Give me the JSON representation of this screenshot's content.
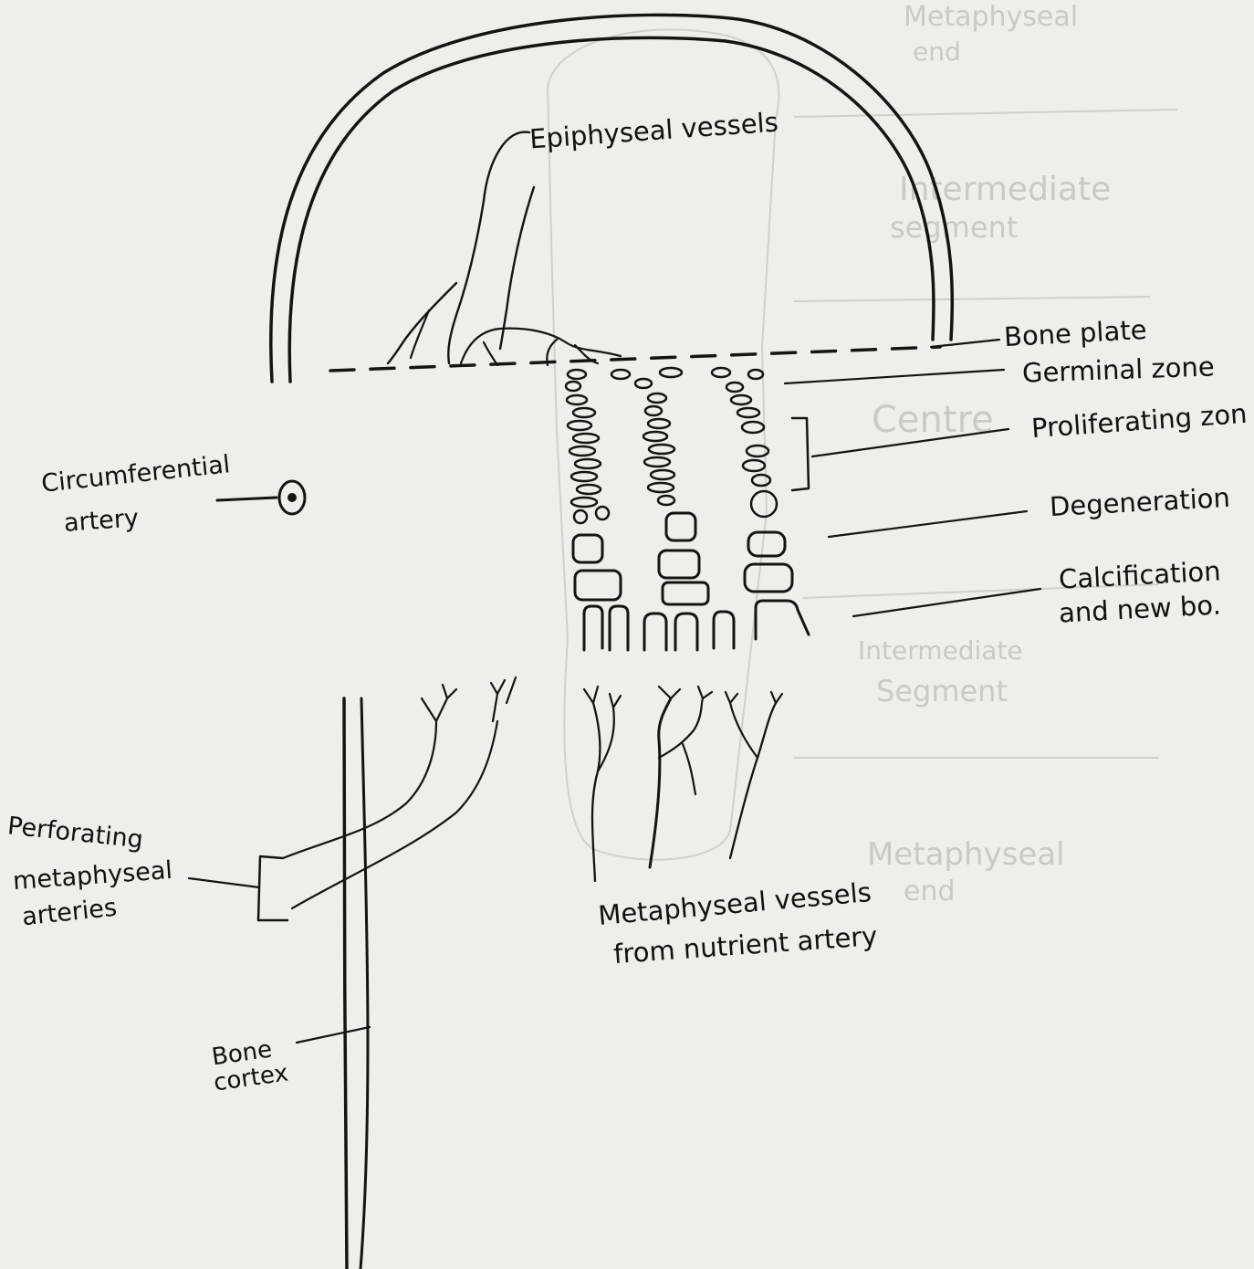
{
  "labels": {
    "epiphyseal_vessels": "Epiphyseal vessels",
    "bone_plate": "Bone plate",
    "germinal_zone": "Germinal zone",
    "proliferating_zone": "Proliferating zon",
    "degeneration": "Degeneration",
    "calcification_line1": "Calcification",
    "calcification_line2": "and new bo.",
    "circumferential_line1": "Circumferential",
    "circumferential_line2": "artery",
    "perforating_line1": "Perforating",
    "perforating_line2": "metaphyseal",
    "perforating_line3": "arteries",
    "metaphyseal_line1": "Metaphyseal vessels",
    "metaphyseal_line2": "from nutrient artery",
    "bone_cortex_line1": "Bone",
    "bone_cortex_line2": "cortex"
  },
  "show_through": {
    "t1": "Metaphyseal",
    "t2": "end",
    "t3": "Intermediate",
    "t4": "segment",
    "t5": "Centre",
    "t6": "Intermediate",
    "t7": "Segment",
    "t8": "Metaphyseal",
    "t9": "end"
  },
  "colors": {
    "paper": "#eeeeec",
    "ink": "#141414",
    "show_through": "#c9c9c6"
  }
}
